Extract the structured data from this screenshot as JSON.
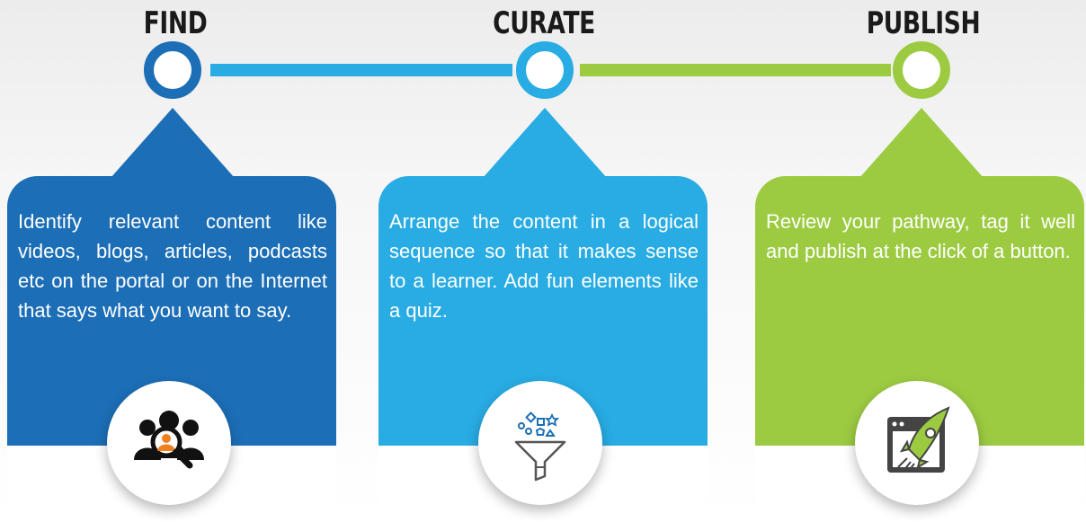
{
  "colors": {
    "find": "#1c6eb6",
    "curate": "#28ace3",
    "publish": "#9ccb42",
    "find_icon_accent": "#f07f1e"
  },
  "steps": [
    {
      "title": "FIND",
      "description": "Identify relevant content like videos, blogs, articles, podcasts etc on the portal or on the Internet that says what you want to say.",
      "icon": "people-search-icon"
    },
    {
      "title": "CURATE",
      "description": "Arrange the content in a logical sequence so that it makes sense to a learner. Add fun elements like a quiz.",
      "icon": "funnel-shapes-icon"
    },
    {
      "title": "PUBLISH",
      "description": "Review your pathway, tag it well and publish at the click of a button.",
      "icon": "rocket-window-icon"
    }
  ]
}
